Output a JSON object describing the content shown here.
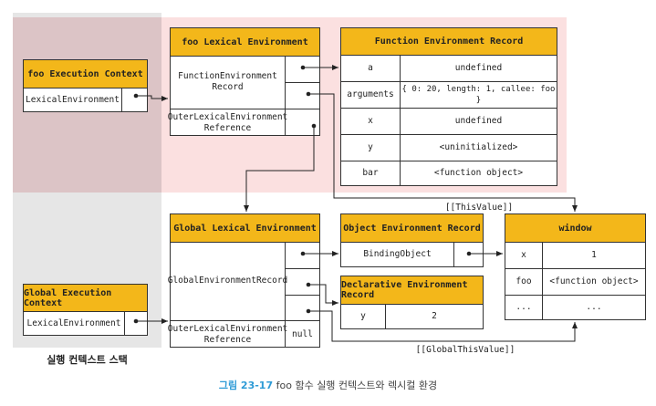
{
  "stack_label": "실행 컨텍스트 스택",
  "caption": {
    "number": "그림 23-17",
    "text": "foo 함수 실행 컨텍스트와 렉시컬 환경"
  },
  "foo_ec": {
    "title": "foo Execution Context",
    "field": "LexicalEnvironment"
  },
  "global_ec": {
    "title": "Global Execution Context",
    "field": "LexicalEnvironment"
  },
  "foo_le": {
    "title": "foo Lexical Environment",
    "rec": "FunctionEnvironment\nRecord",
    "outer": "OuterLexicalEnvironment\nReference"
  },
  "global_le": {
    "title": "Global Lexical Environment",
    "rec": "GlobalEnvironmentRecord",
    "outer": "OuterLexicalEnvironment\nReference",
    "outer_value": "null"
  },
  "fer": {
    "title": "Function Environment Record",
    "rows": [
      {
        "key": "a",
        "value": "undefined"
      },
      {
        "key": "arguments",
        "value": "{ 0: 20, length: 1, callee: foo }"
      },
      {
        "key": "x",
        "value": "undefined"
      },
      {
        "key": "y",
        "value": "<uninitialized>"
      },
      {
        "key": "bar",
        "value": "<function object>"
      }
    ]
  },
  "oer": {
    "title": "Object Environment Record",
    "field": "BindingObject"
  },
  "der": {
    "title": "Declarative Environment Record",
    "rows": [
      {
        "key": "y",
        "value": "2"
      }
    ]
  },
  "window": {
    "title": "window",
    "rows": [
      {
        "key": "x",
        "value": "1"
      },
      {
        "key": "foo",
        "value": "<function object>"
      },
      {
        "key": "...",
        "value": "..."
      }
    ]
  },
  "labels": {
    "this_value": "[[ThisValue]]",
    "global_this": "[[GlobalThisValue]]"
  }
}
